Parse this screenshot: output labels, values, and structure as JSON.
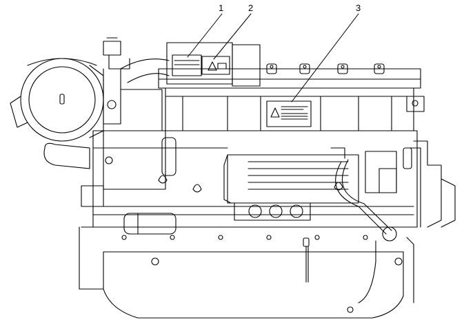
{
  "callouts": [
    {
      "id": "callout-1",
      "label": "1"
    },
    {
      "id": "callout-2",
      "label": "2"
    },
    {
      "id": "callout-3",
      "label": "3"
    }
  ],
  "colors": {
    "stroke": "#000000",
    "background": "#ffffff"
  }
}
